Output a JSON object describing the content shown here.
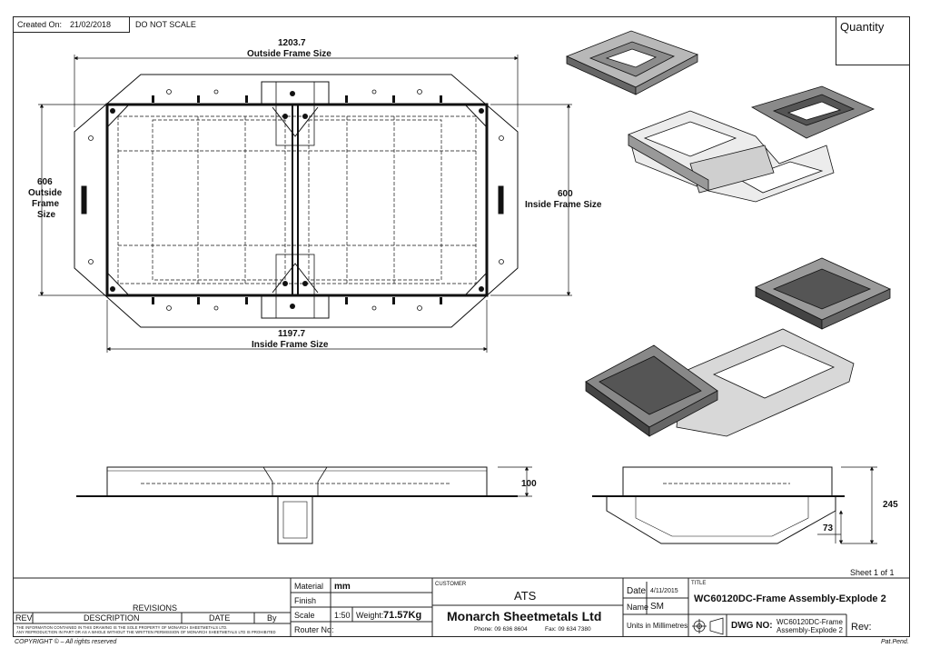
{
  "header": {
    "created_label": "Created On:",
    "created_date": "21/02/2018",
    "do_not_scale": "DO NOT SCALE",
    "quantity_label": "Quantity"
  },
  "dimensions": {
    "outside_width": "1203.7",
    "outside_width_label": "Outside Frame Size",
    "outside_height": "606",
    "outside_height_label_1": "Outside",
    "outside_height_label_2": "Frame",
    "outside_height_label_3": "Size",
    "inside_height": "600",
    "inside_height_label": "Inside Frame Size",
    "inside_width": "1197.7",
    "inside_width_label": "Inside Frame Size",
    "side_height": "100",
    "end_height": "245",
    "end_depth": "73"
  },
  "title_block": {
    "sheet": "Sheet 1 of 1",
    "revisions": "REVISIONS",
    "rev_col": "REV.",
    "desc_col": "DESCRIPTION",
    "date_col": "DATE",
    "by_col": "By",
    "material_label": "Material",
    "material_value": "mm",
    "finish_label": "Finish",
    "scale_label": "Scale",
    "scale_value": "1:50",
    "weight_label": "Weight:",
    "weight_value": "71.57Kg",
    "router_label": "Router No:",
    "customer_label": "CUSTOMER",
    "customer_value": "ATS",
    "company": "Monarch Sheetmetals Ltd",
    "phone": "Phone: 09 636 8604",
    "fax": "Fax: 09 634 7380",
    "date_label": "Date",
    "date_value": "4/11/2015",
    "name_label": "Name",
    "name_value": "SM",
    "units": "Units in Millimetres",
    "title_label": "TITLE",
    "title_value": "WC60120DC-Frame Assembly-Explode 2",
    "dwg_label": "DWG NO:",
    "dwg_value_1": "WC60120DC-Frame",
    "dwg_value_2": "Assembly-Explode 2",
    "rev_label": "Rev:",
    "disclaimer_1": "THE INFORMATION CONTAINED IN THIS DRAWING IS THE SOLE PROPERTY OF MONARCH SHEETMETALS LTD.",
    "disclaimer_2": "ANY REPRODUCTION IN PART OR AS A WHOLE WITHOUT THE WRITTEN PERMISSION OF MONARCH SHEETMETALS LTD IS PROHIBITED",
    "copyright": "COPYRIGHT © – All rights reserved",
    "pat_pend": "Pat.Pend."
  }
}
